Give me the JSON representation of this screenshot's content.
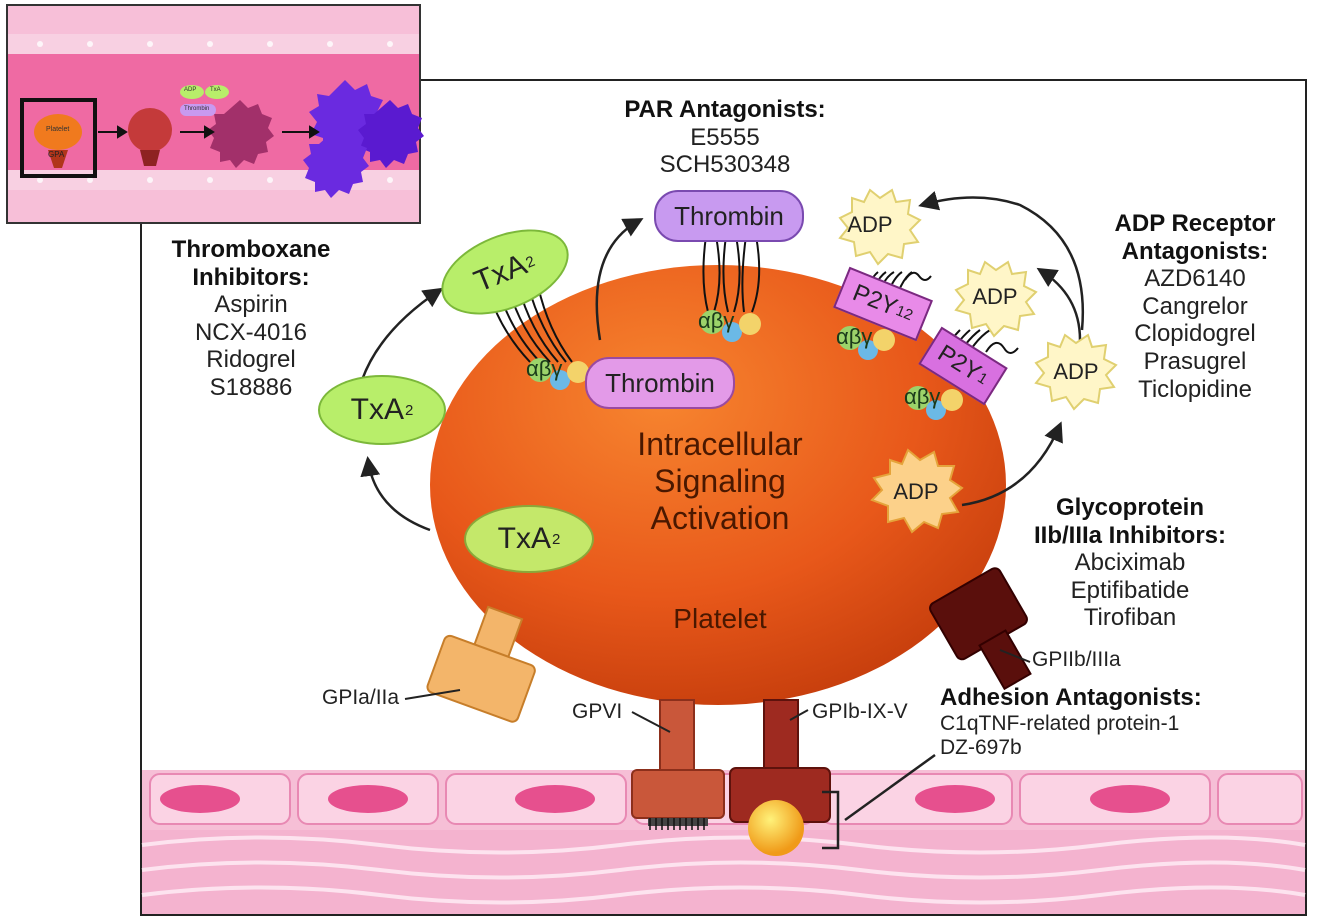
{
  "inset": {
    "tiny_labels": [
      "Platelet",
      "GPA",
      "ADP",
      "TxA",
      "Thrombin"
    ]
  },
  "groups": {
    "thromboxane": {
      "heading": [
        "Thromboxane",
        "Inhibitors:"
      ],
      "items": [
        "Aspirin",
        "NCX-4016",
        "Ridogrel",
        "S18886"
      ]
    },
    "par": {
      "heading": [
        "PAR Antagonists:"
      ],
      "items": [
        "E5555",
        "SCH530348"
      ]
    },
    "adp": {
      "heading": [
        "ADP Receptor",
        "Antagonists:"
      ],
      "items": [
        "AZD6140",
        "Cangrelor",
        "Clopidogrel",
        "Prasugrel",
        "Ticlopidine"
      ]
    },
    "gp": {
      "heading": [
        "Glycoprotein",
        "IIb/IIIa Inhibitors:"
      ],
      "items": [
        "Abciximab",
        "Eptifibatide",
        "Tirofiban"
      ]
    },
    "adhesion": {
      "heading": [
        "Adhesion Antagonists:"
      ],
      "items": [
        "C1qTNF-related protein-1",
        "DZ-697b"
      ]
    }
  },
  "molecules": {
    "txa": "TxA",
    "txa_sub": "2",
    "thrombin": "Thrombin",
    "adp": "ADP",
    "p2y12": "P2Y",
    "p2y12_sub": "12",
    "p2y1": "P2Y",
    "p2y1_sub": "1",
    "g_protein": "αβγ"
  },
  "platelet": {
    "center": [
      "Intracellular",
      "Signaling",
      "Activation"
    ],
    "name": "Platelet"
  },
  "receptors": {
    "gpia": "GPIa/IIa",
    "gpvi": "GPVI",
    "gpib": "GPIb-IX-V",
    "gpiib": "GPIIb/IIIa"
  },
  "colors": {
    "platelet": "#e8581a",
    "txa": "#b8ee6a",
    "thrombin": "#c89af0",
    "adp": "#fff6c8",
    "p2y": "#e07ae8",
    "vessel": "#f2a9c8"
  }
}
